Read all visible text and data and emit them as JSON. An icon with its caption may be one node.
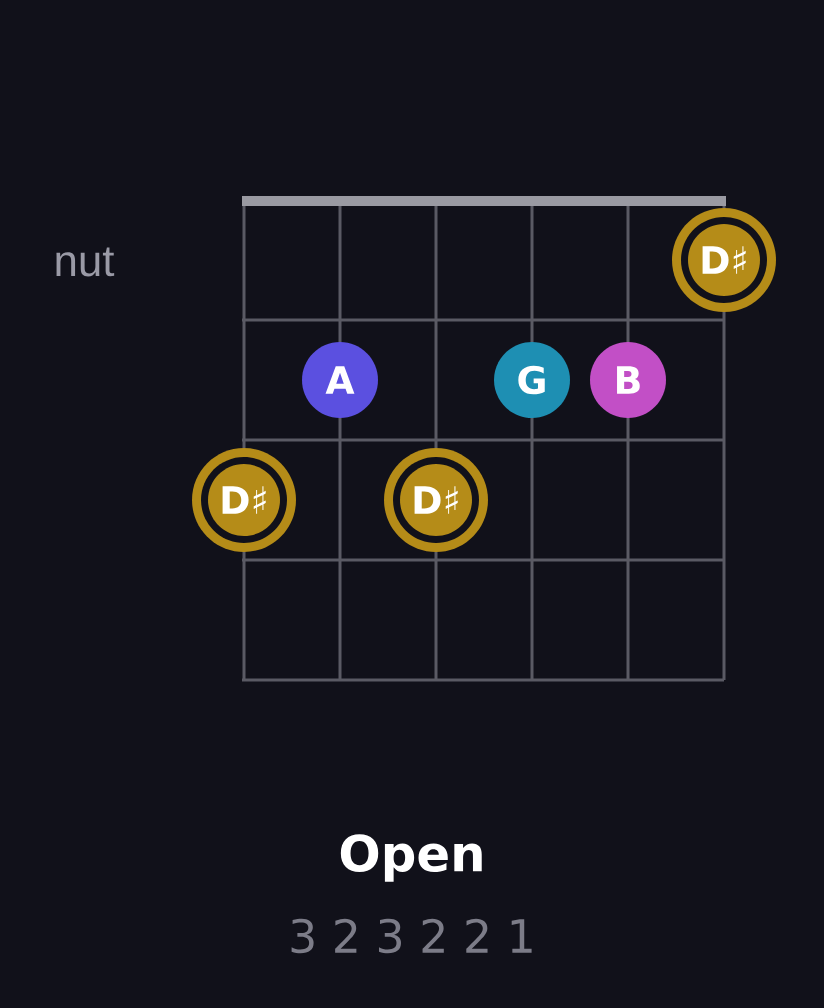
{
  "diagram": {
    "title": "Open",
    "nodes": [
      {
        "text": [
          "D♯"
        ]
      },
      {
        "text": [
          "A"
        ]
      },
      {
        "text": [
          "G"
        ]
      },
      {
        "text": [
          "B"
        ]
      },
      {
        "text": [
          "D♯"
        ]
      },
      {
        "text": [
          "D♯"
        ]
      }
    ],
    "labels": [
      "nut",
      "3 2 3 2 2 1"
    ]
  }
}
